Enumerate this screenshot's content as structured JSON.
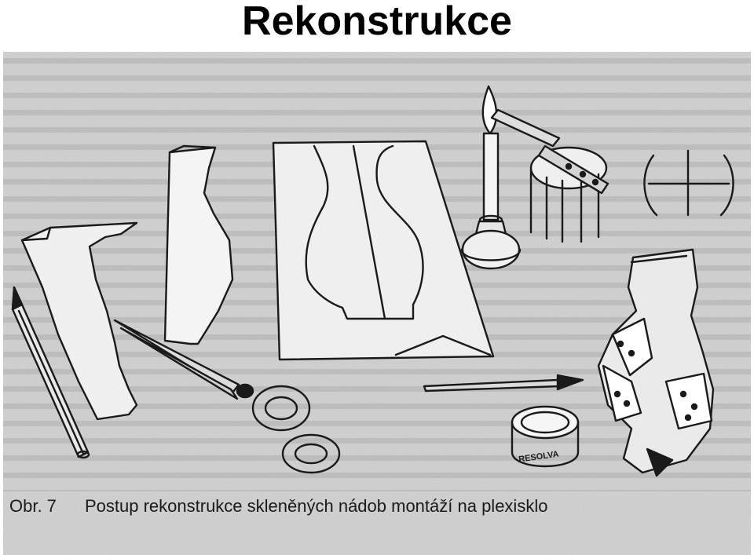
{
  "slide": {
    "title": "Rekonstrukce"
  },
  "figure": {
    "caption_number": "Obr. 7",
    "caption_text": "Postup rekonstrukce skleněných nádob montáží na plexisklo",
    "tin_label": "RESOLVA",
    "paper_color": "#d0d0d0",
    "ink_color": "#1a1a1a"
  }
}
